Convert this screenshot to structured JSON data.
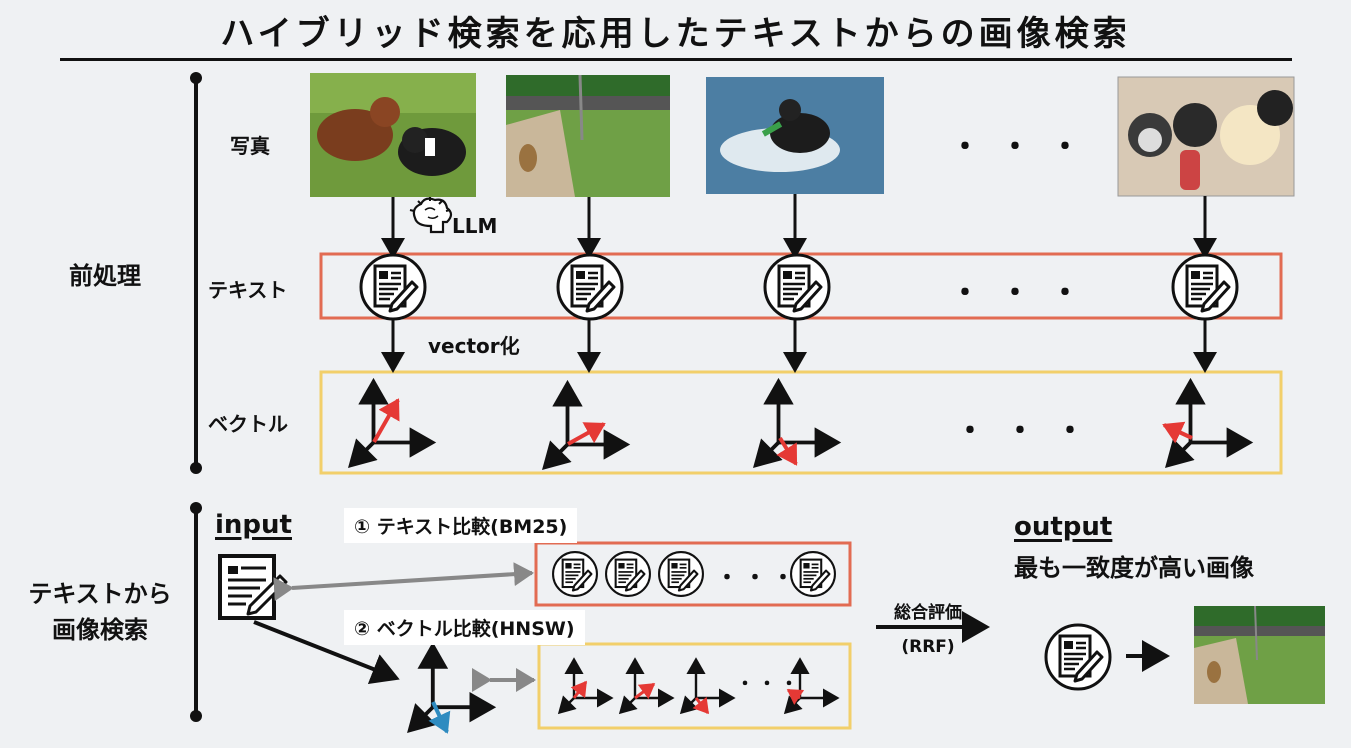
{
  "title": "ハイブリッド検索を応用したテキストからの画像検索",
  "preprocess": {
    "section_label": "前処理",
    "row_photo": "写真",
    "row_text": "テキスト",
    "row_vector": "ベクトル",
    "llm_label": "LLM",
    "vectorize_label": "vector化",
    "ellipsis": "・・・"
  },
  "search": {
    "section_label_line1": "テキストから",
    "section_label_line2": "画像検索",
    "input_label": "input",
    "compare_text": "① テキスト比較(BM25)",
    "compare_vector": "② ベクトル比較(HNSW)",
    "ellipsis": "・・・",
    "eval_line1": "総合評価",
    "eval_line2": "(RRF)",
    "output_label": "output",
    "output_desc": "最も一致度が高い画像"
  },
  "colors": {
    "text_box": "#e26b52",
    "vector_box": "#f2cf6a",
    "vector_red": "#e53935",
    "vector_blue": "#2e8bc0",
    "compare_arrow": "#888888"
  }
}
